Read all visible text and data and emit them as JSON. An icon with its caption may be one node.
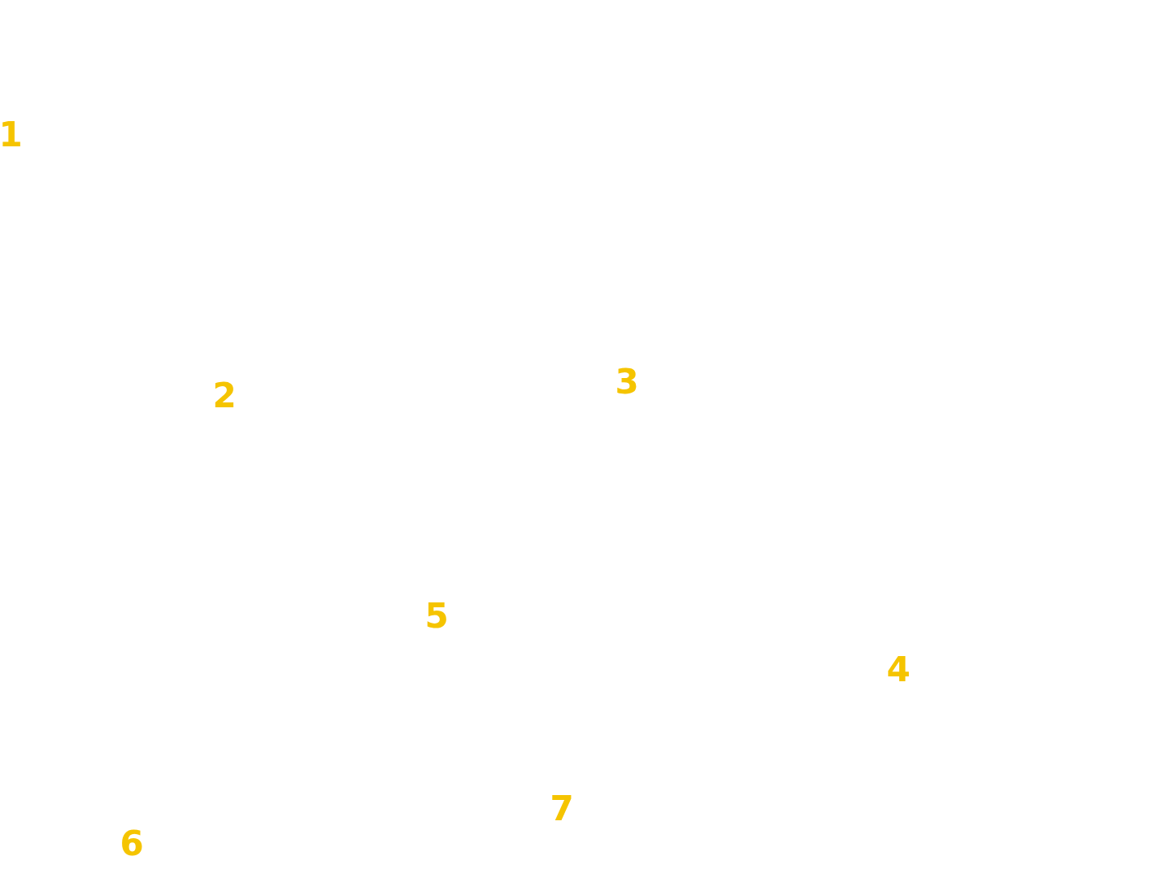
{
  "diagram": {
    "labels": [
      "1",
      "3",
      "2",
      "5",
      "4",
      "7",
      "6"
    ]
  }
}
